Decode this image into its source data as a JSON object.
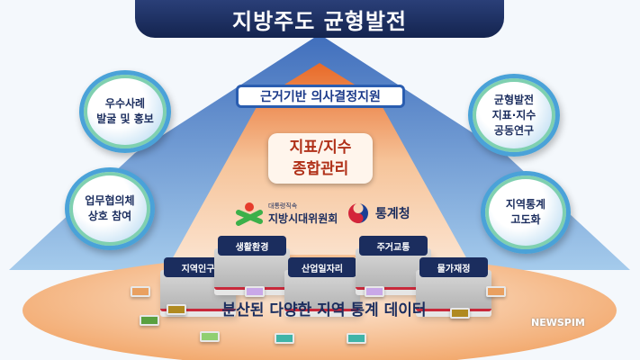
{
  "title": "지방주도 균형발전",
  "arrow_label": "근거기반 의사결정지원",
  "center": "지표/지수\n종합관리",
  "circles": {
    "left_top": "우수사례\n발굴 및 홍보",
    "left_bottom": "업무협의체\n상호 참여",
    "right_top": "균형발전\n지표·지수\n공동연구",
    "right_bottom": "지역통계\n고도화"
  },
  "logos": {
    "committee_small": "대통령직속",
    "committee": "지방시대위원회",
    "statistics": "통계청"
  },
  "blocks": [
    "지역인구",
    "생활환경",
    "산업일자리",
    "주거교통",
    "물가재정"
  ],
  "bottom_text": "분산된 다양한 지역 통계 데이터",
  "watermark": "NEWSPIM",
  "colors": {
    "navy": "#1b2d5e",
    "arrow_blue": "#bcd9f0",
    "orange": "#f0a060",
    "accent_red": "#c8283a"
  }
}
